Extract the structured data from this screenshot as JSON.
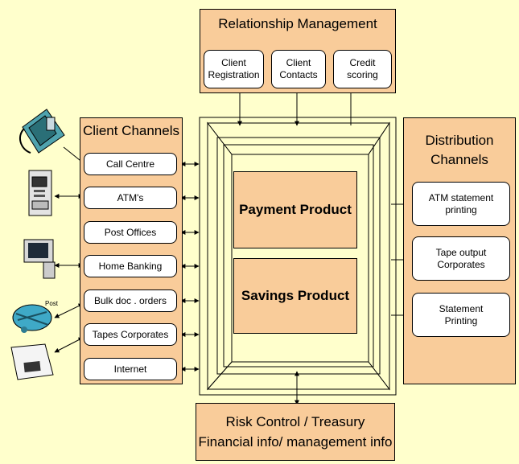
{
  "relationship": {
    "title": "Relationship Management",
    "items": [
      {
        "line1": "Client",
        "line2": "Registration"
      },
      {
        "line1": "Client",
        "line2": "Contacts"
      },
      {
        "line1": "Credit",
        "line2": "scoring"
      }
    ]
  },
  "client_channels": {
    "title": "Client Channels",
    "items": [
      "Call Centre",
      "ATM's",
      "Post Offices",
      "Home Banking",
      "Bulk doc . orders",
      "Tapes  Corporates",
      "Internet"
    ]
  },
  "distribution": {
    "title_line1": "Distribution",
    "title_line2": "Channels",
    "items": [
      {
        "line1": "ATM statement",
        "line2": "printing"
      },
      {
        "line1": "Tape output",
        "line2": "Corporates"
      },
      {
        "line1": "Statement",
        "line2": "Printing"
      }
    ]
  },
  "products": {
    "payment": "Payment Product",
    "savings": "Savings Product"
  },
  "risk": {
    "line1": "Risk Control / Treasury",
    "line2": "Financial info/ management info"
  },
  "icons": {
    "post_label": "Post",
    "phone": "telephone-icon",
    "atm": "atm-machine-icon",
    "computer": "computer-icon",
    "mail": "mail-icon",
    "floppy": "floppy-disk-icon"
  },
  "colors": {
    "background": "#FFFFCC",
    "panel": "#F9CC9A",
    "pill": "#FFFFFF"
  }
}
